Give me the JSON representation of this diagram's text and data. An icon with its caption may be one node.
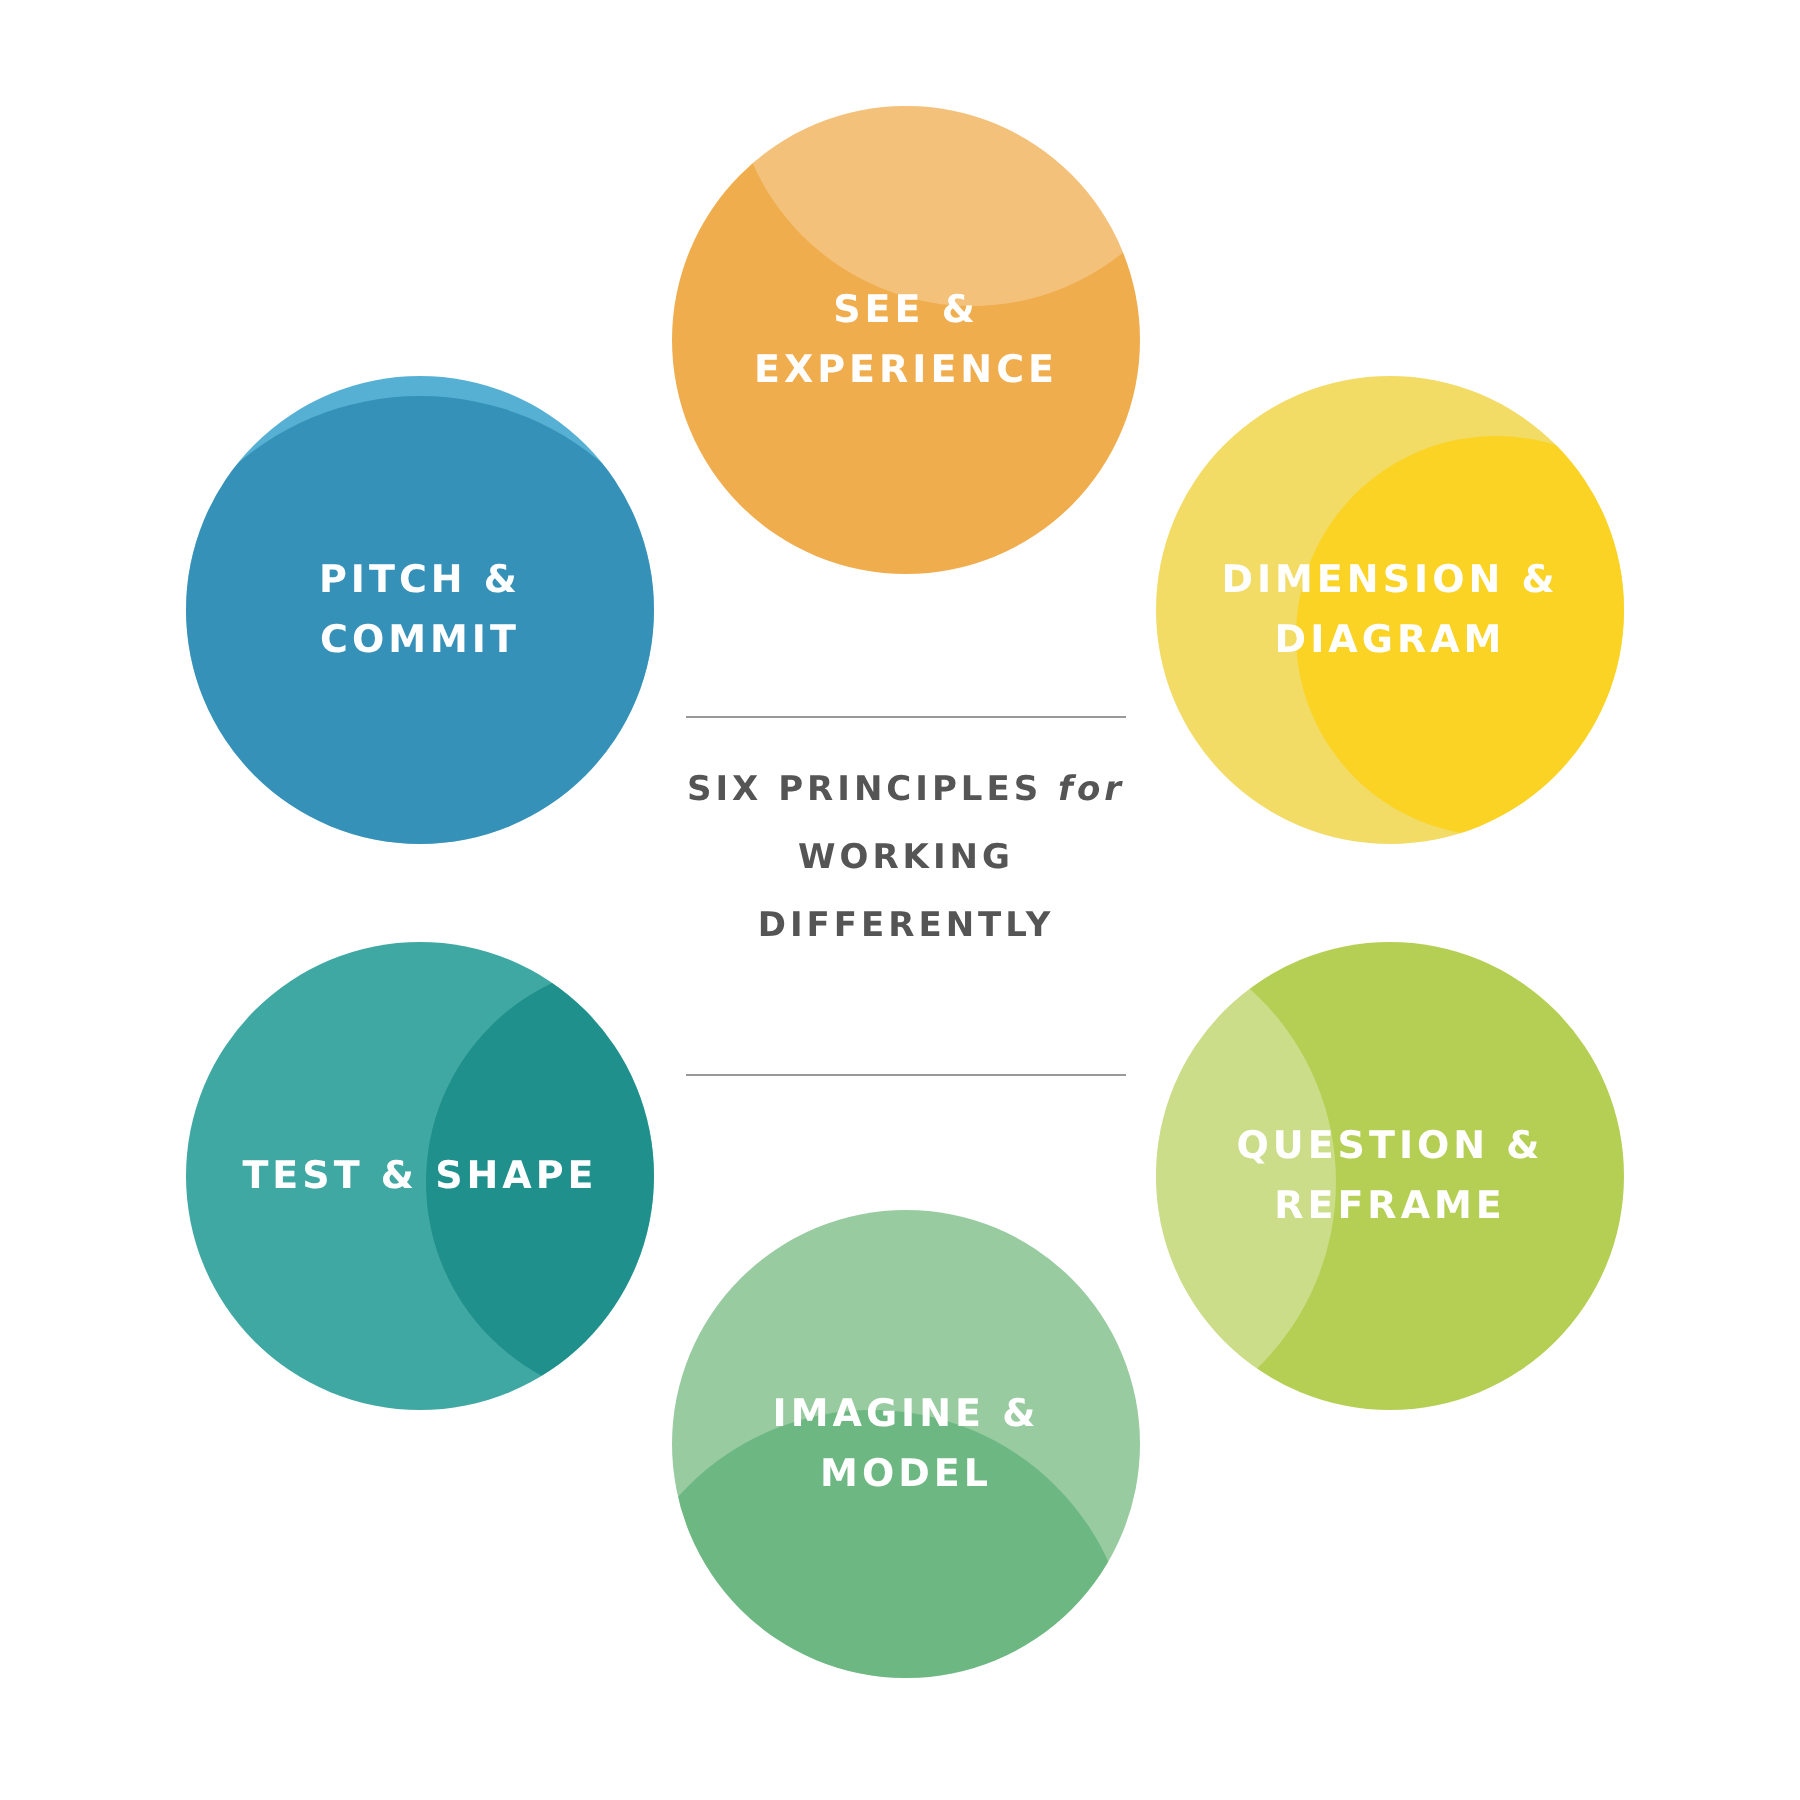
{
  "diagram": {
    "title": "SIX PRINCIPLES *for* WORKING DIFFERENTLY",
    "nodes": [
      {
        "text": [
          "SEE & EXPERIENCE"
        ]
      },
      {
        "text": [
          "DIMENSION & DIAGRAM"
        ]
      },
      {
        "text": [
          "QUESTION & REFRAME"
        ]
      },
      {
        "text": [
          "IMAGINE & MODEL"
        ]
      },
      {
        "text": [
          "TEST & SHAPE"
        ]
      },
      {
        "text": [
          "PITCH & COMMIT"
        ]
      }
    ]
  }
}
